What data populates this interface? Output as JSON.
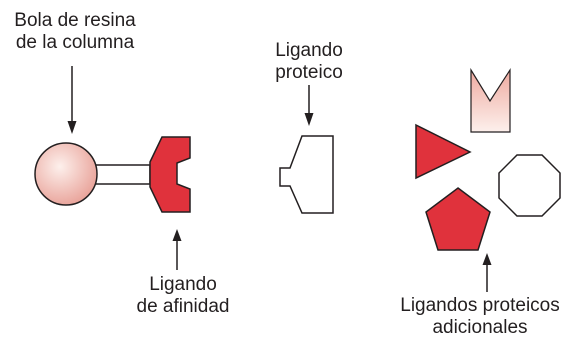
{
  "labels": {
    "bead_line1": "Bola de resina",
    "bead_line2": "de la columna",
    "protein_line1": "Ligando",
    "protein_line2": "proteico",
    "affinity_line1": "Ligando",
    "affinity_line2": "de afinidad",
    "additional_line1": "Ligandos proteicos",
    "additional_line2": "adicionales"
  },
  "colors": {
    "red_fill": "#e0323c",
    "pink_light": "#fbe3df",
    "pink_dark": "#e9a39a",
    "outline": "#231f20",
    "background": "#ffffff"
  }
}
